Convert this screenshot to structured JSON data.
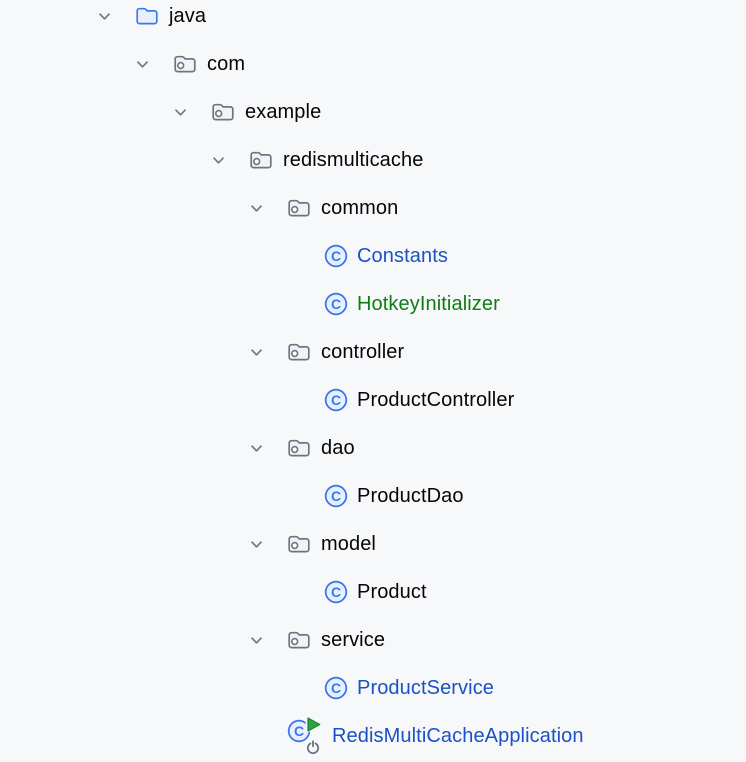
{
  "app": {
    "view": "project-tree"
  },
  "colors": {
    "bg": "#F7F8FA",
    "text_default": "#050505",
    "text_modified": "#1A51C6",
    "text_added": "#0E7D14",
    "chevron": "#6E7680",
    "pkg_stroke": "#6E7480",
    "pkg_fill": "#F2F3F6",
    "class_stroke": "#3B77EF",
    "class_fill": "#E9F0FD",
    "run_green": "#2BA53C",
    "run_green_dark": "#13862B",
    "power_gray": "#6C707E"
  },
  "tree": {
    "items": [
      {
        "label": "java",
        "icon": "source-folder",
        "level": 0,
        "expandable": true,
        "expanded": true,
        "status": "none"
      },
      {
        "label": "com",
        "icon": "package",
        "level": 1,
        "expandable": true,
        "expanded": true,
        "status": "none"
      },
      {
        "label": "example",
        "icon": "package",
        "level": 2,
        "expandable": true,
        "expanded": true,
        "status": "none"
      },
      {
        "label": "redismulticache",
        "icon": "package",
        "level": 3,
        "expandable": true,
        "expanded": true,
        "status": "none"
      },
      {
        "label": "common",
        "icon": "package",
        "level": 4,
        "expandable": true,
        "expanded": true,
        "status": "none"
      },
      {
        "label": "Constants",
        "icon": "class",
        "level": 5,
        "expandable": false,
        "status": "modified"
      },
      {
        "label": "HotkeyInitializer",
        "icon": "class",
        "level": 5,
        "expandable": false,
        "status": "added"
      },
      {
        "label": "controller",
        "icon": "package",
        "level": 4,
        "expandable": true,
        "expanded": true,
        "status": "none"
      },
      {
        "label": "ProductController",
        "icon": "class",
        "level": 5,
        "expandable": false,
        "status": "none"
      },
      {
        "label": "dao",
        "icon": "package",
        "level": 4,
        "expandable": true,
        "expanded": true,
        "status": "none"
      },
      {
        "label": "ProductDao",
        "icon": "class",
        "level": 5,
        "expandable": false,
        "status": "none"
      },
      {
        "label": "model",
        "icon": "package",
        "level": 4,
        "expandable": true,
        "expanded": true,
        "status": "none"
      },
      {
        "label": "Product",
        "icon": "class",
        "level": 5,
        "expandable": false,
        "status": "none"
      },
      {
        "label": "service",
        "icon": "package",
        "level": 4,
        "expandable": true,
        "expanded": true,
        "status": "none"
      },
      {
        "label": "ProductService",
        "icon": "class",
        "level": 5,
        "expandable": false,
        "status": "modified"
      },
      {
        "label": "RedisMultiCacheApplication",
        "icon": "main-class",
        "level": 4,
        "expandable": false,
        "status": "modified"
      }
    ]
  }
}
